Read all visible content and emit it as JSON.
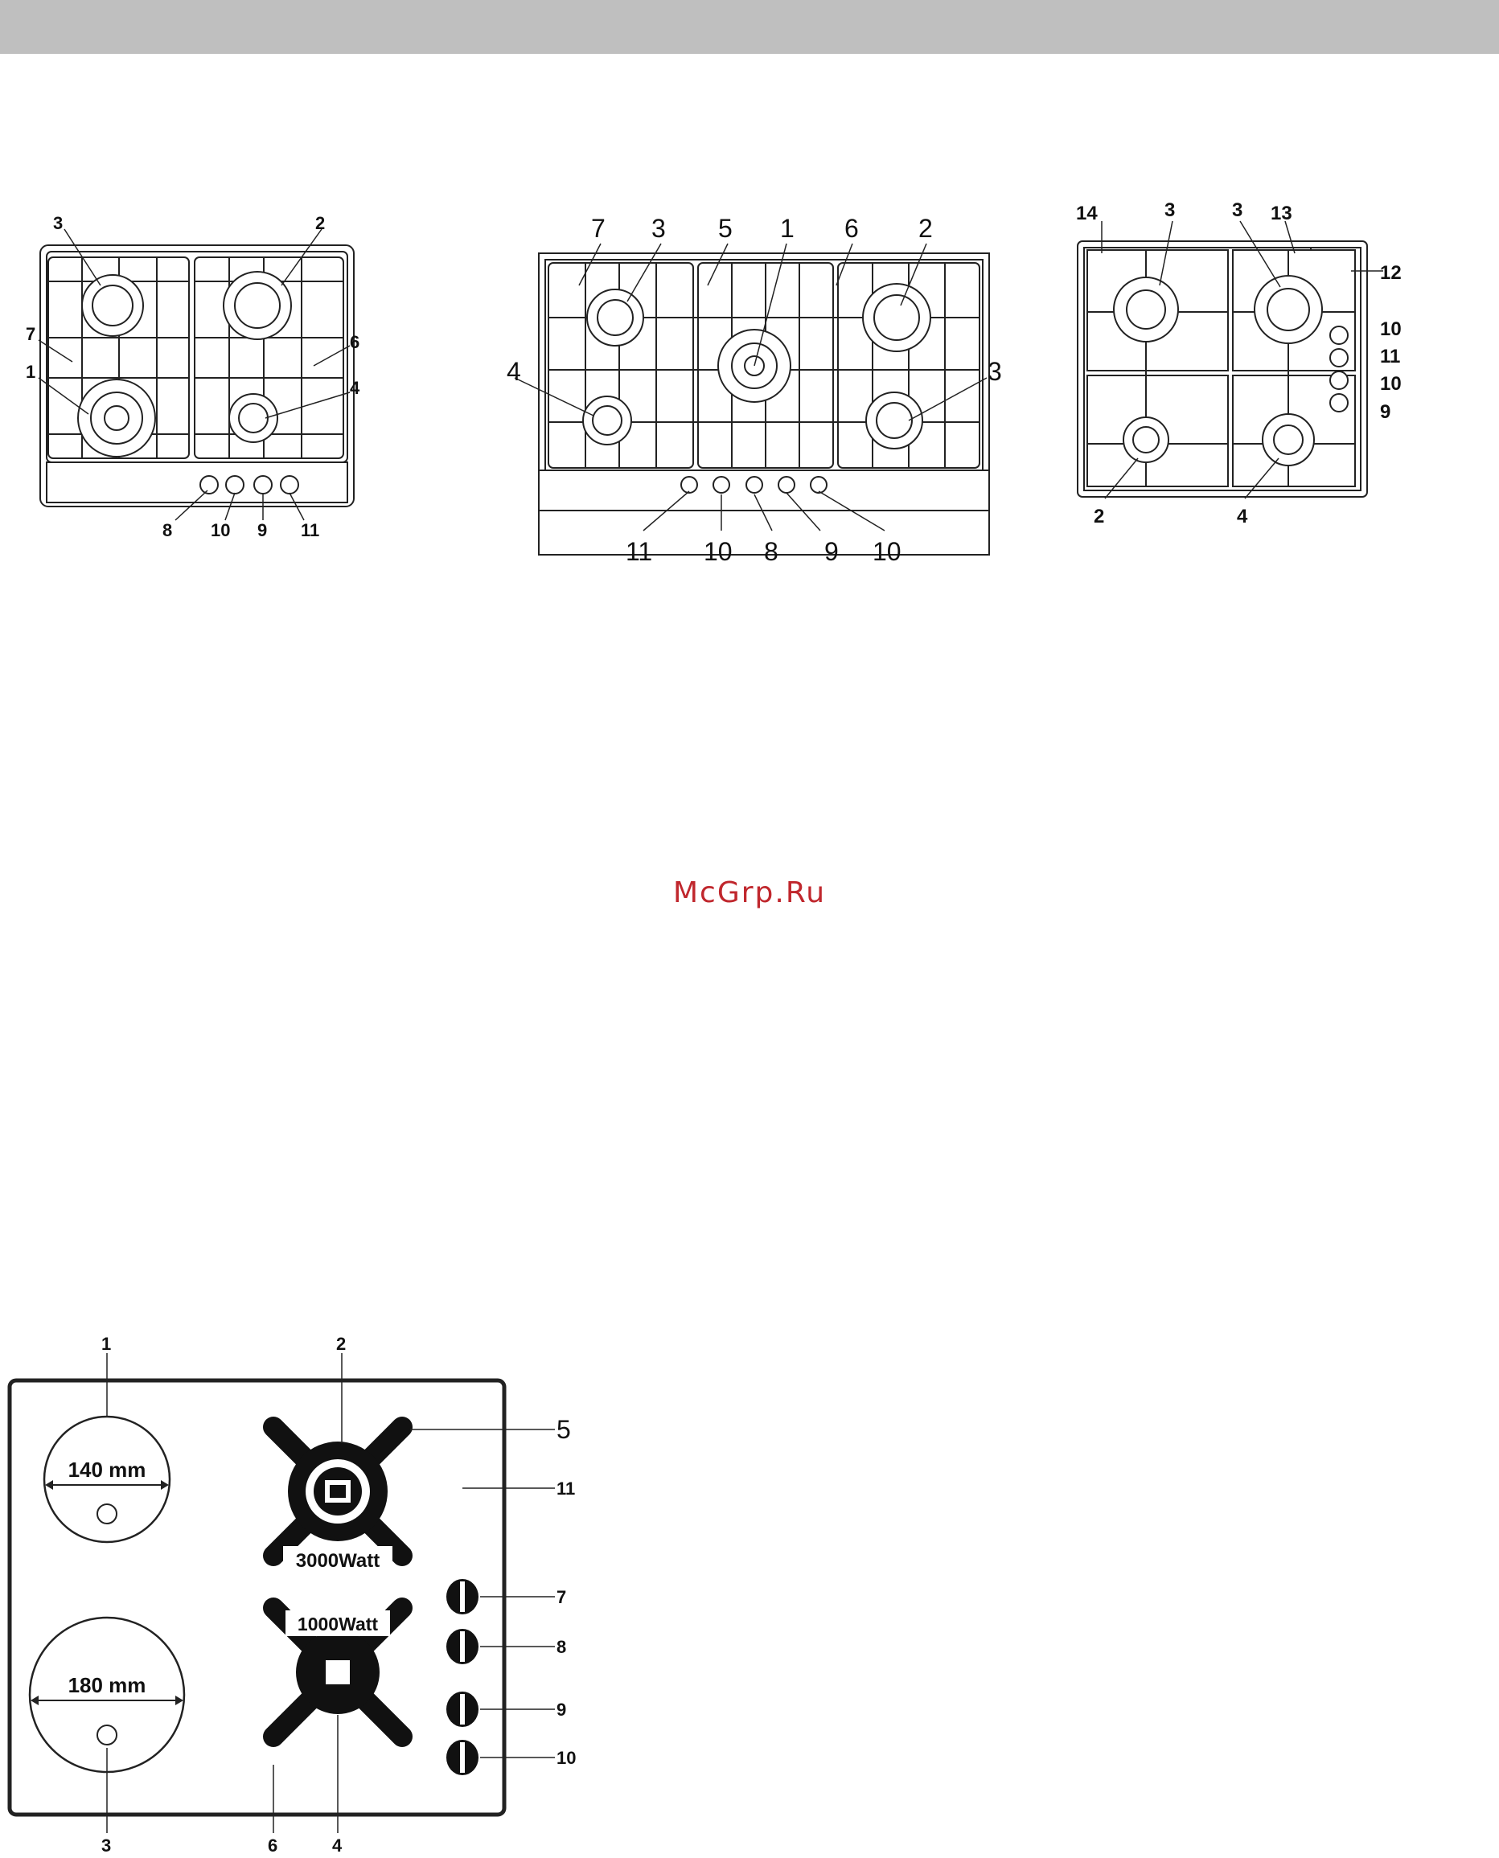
{
  "watermark": {
    "text": "McGrp.Ru",
    "color": "#c0272d"
  },
  "header_band": {
    "color": "#bfbfbf"
  },
  "figures": {
    "hob_a": {
      "labels": [
        "3",
        "2",
        "7",
        "6",
        "1",
        "4",
        "8",
        "10",
        "9",
        "11"
      ]
    },
    "hob_b": {
      "labels": [
        "7",
        "3",
        "5",
        "1",
        "6",
        "2",
        "4",
        "3",
        "11",
        "10",
        "8",
        "9",
        "10"
      ]
    },
    "hob_c": {
      "labels": [
        "14",
        "3",
        "3",
        "13",
        "12",
        "10",
        "11",
        "10",
        "9",
        "2",
        "4"
      ]
    },
    "hob_d": {
      "labels": [
        "1",
        "2",
        "5",
        "11",
        "7",
        "8",
        "9",
        "10",
        "3",
        "6",
        "4"
      ],
      "plate_small_size": "140 mm",
      "plate_large_size": "180 mm",
      "burner_large_power": "3000Watt",
      "burner_small_power": "1000Watt"
    }
  }
}
